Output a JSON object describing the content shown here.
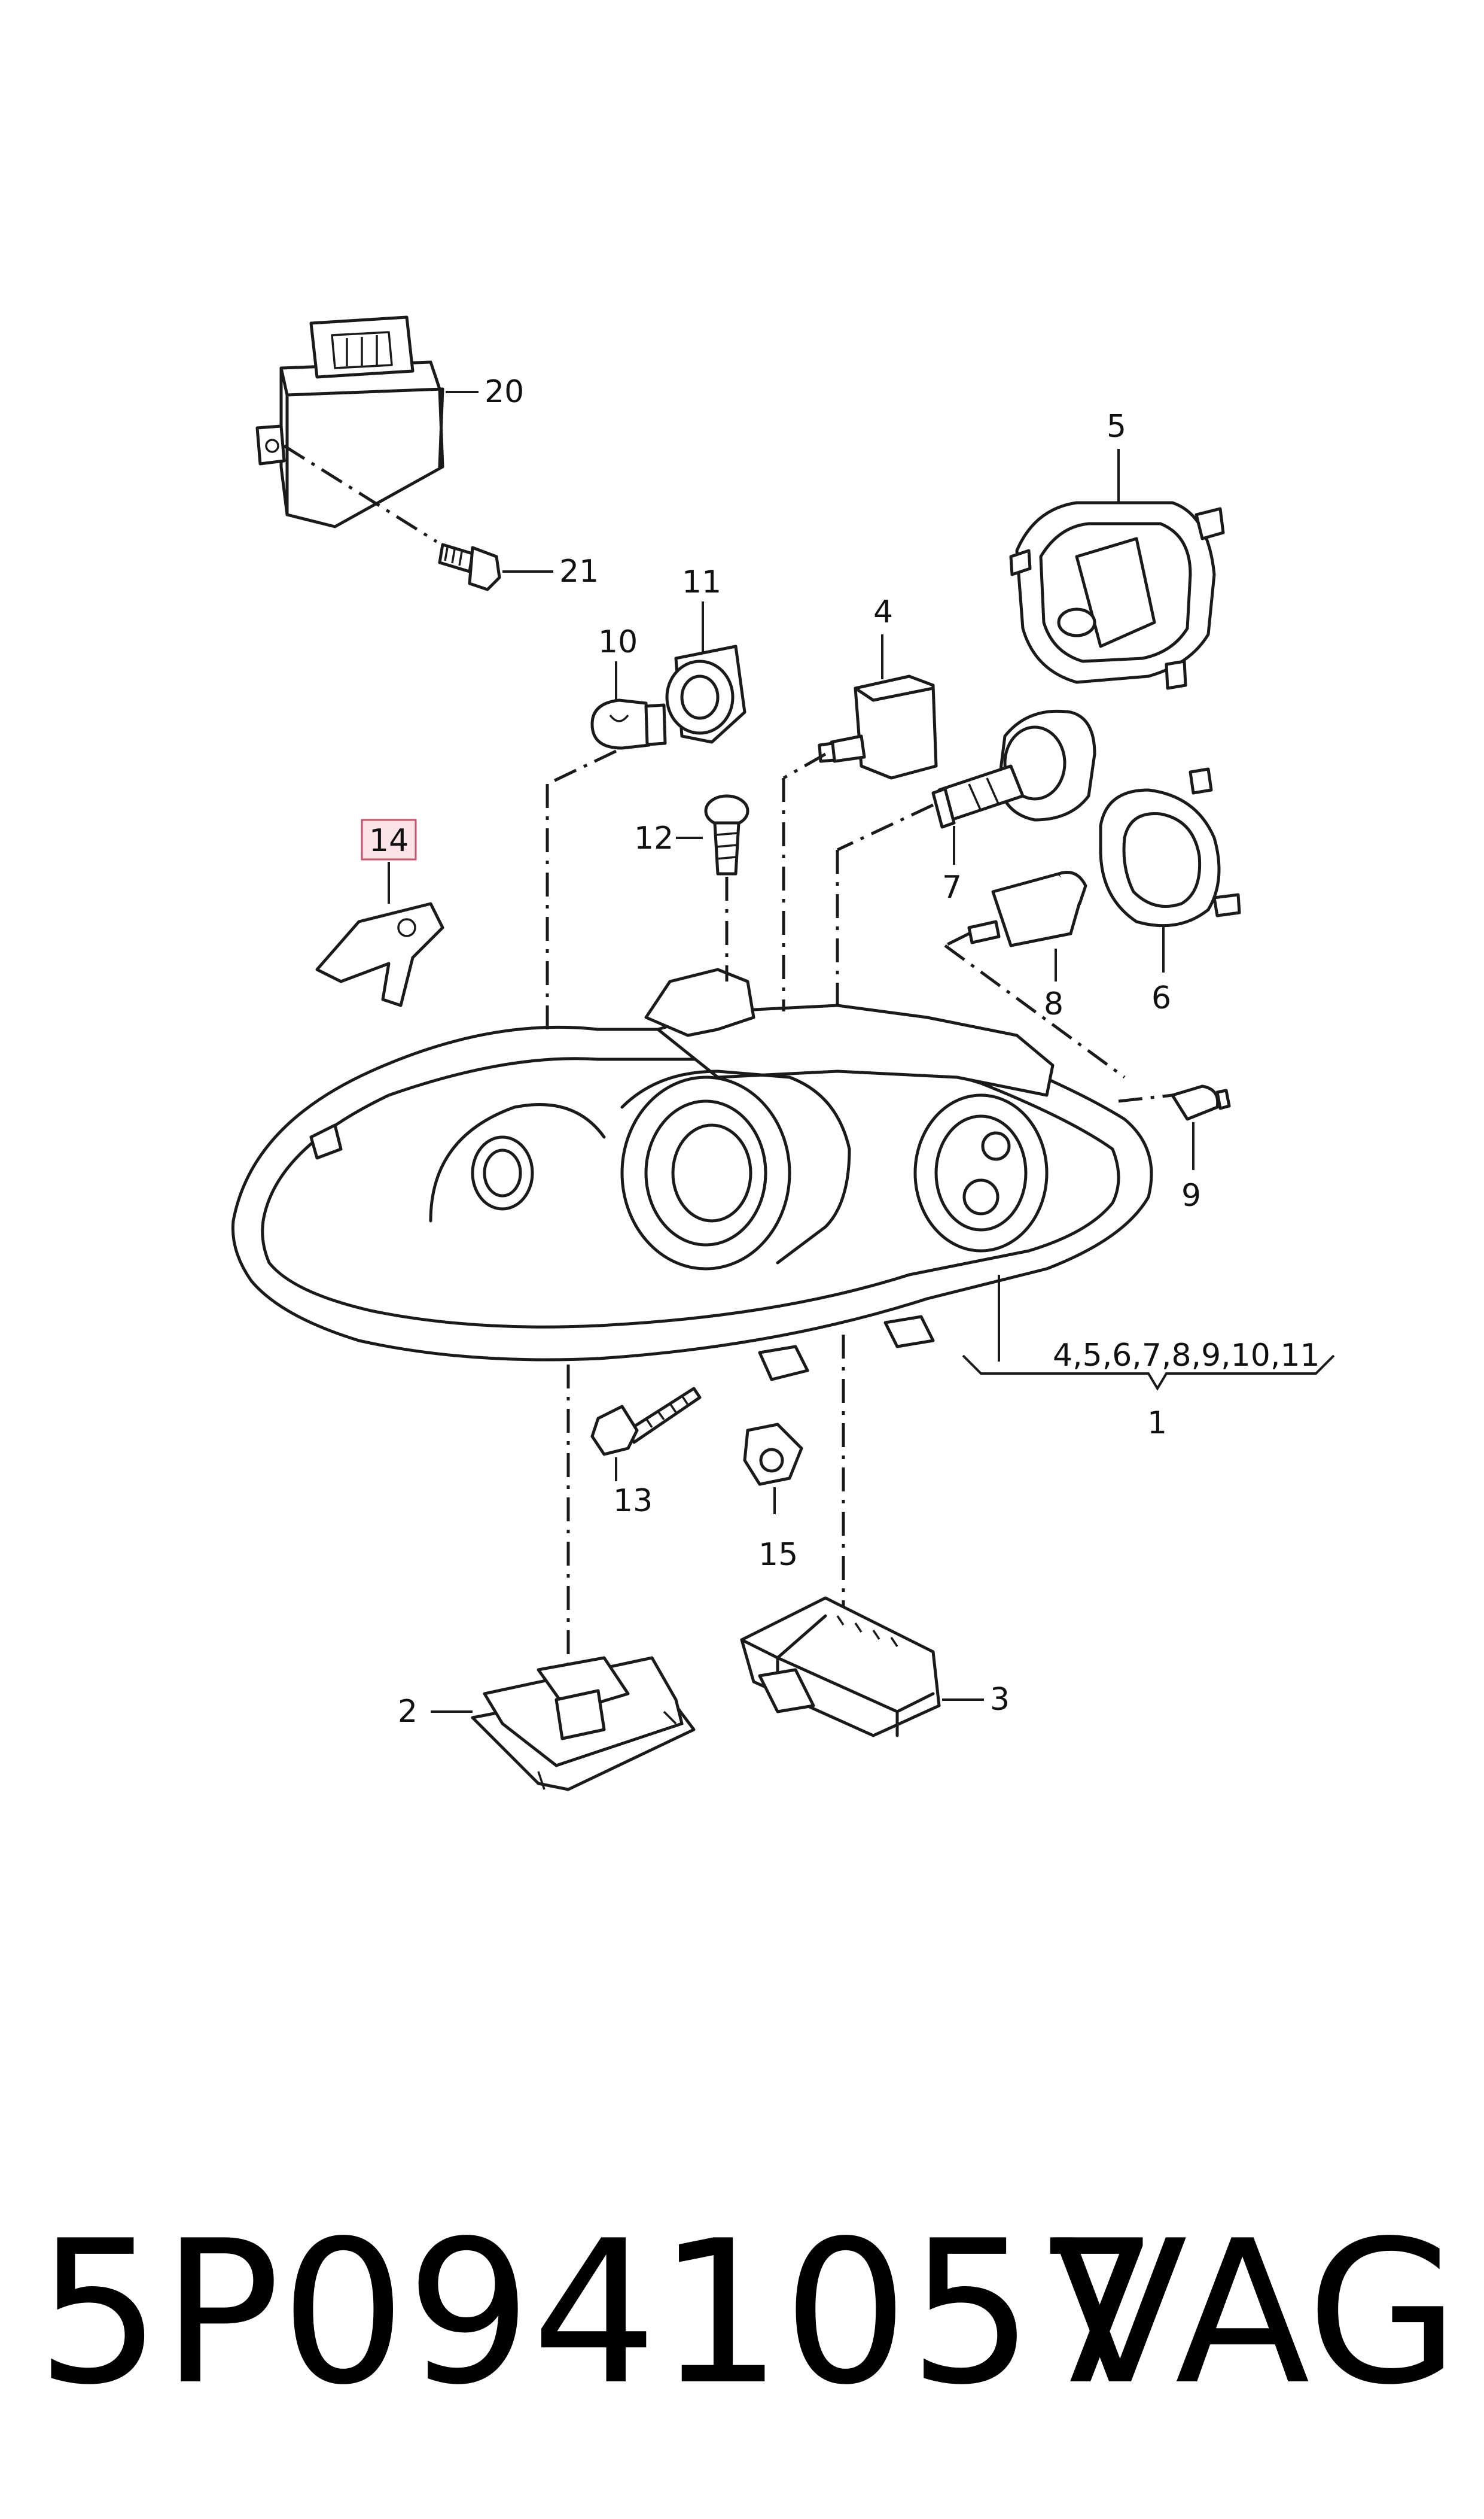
{
  "diagram": {
    "callouts": {
      "c1": "1",
      "c2": "2",
      "c3": "3",
      "c4": "4",
      "c5": "5",
      "c6": "6",
      "c7": "7",
      "c8": "8",
      "c9": "9",
      "c10": "10",
      "c11": "11",
      "c12": "12",
      "c13": "13",
      "c14": "14",
      "c15": "15",
      "c20": "20",
      "c21": "21",
      "group": "4,5,6,7,8,9,10,11"
    },
    "highlight_color": "#fbe3e8"
  },
  "footer": {
    "part_number": "5P0941057",
    "brand": "VAG"
  }
}
